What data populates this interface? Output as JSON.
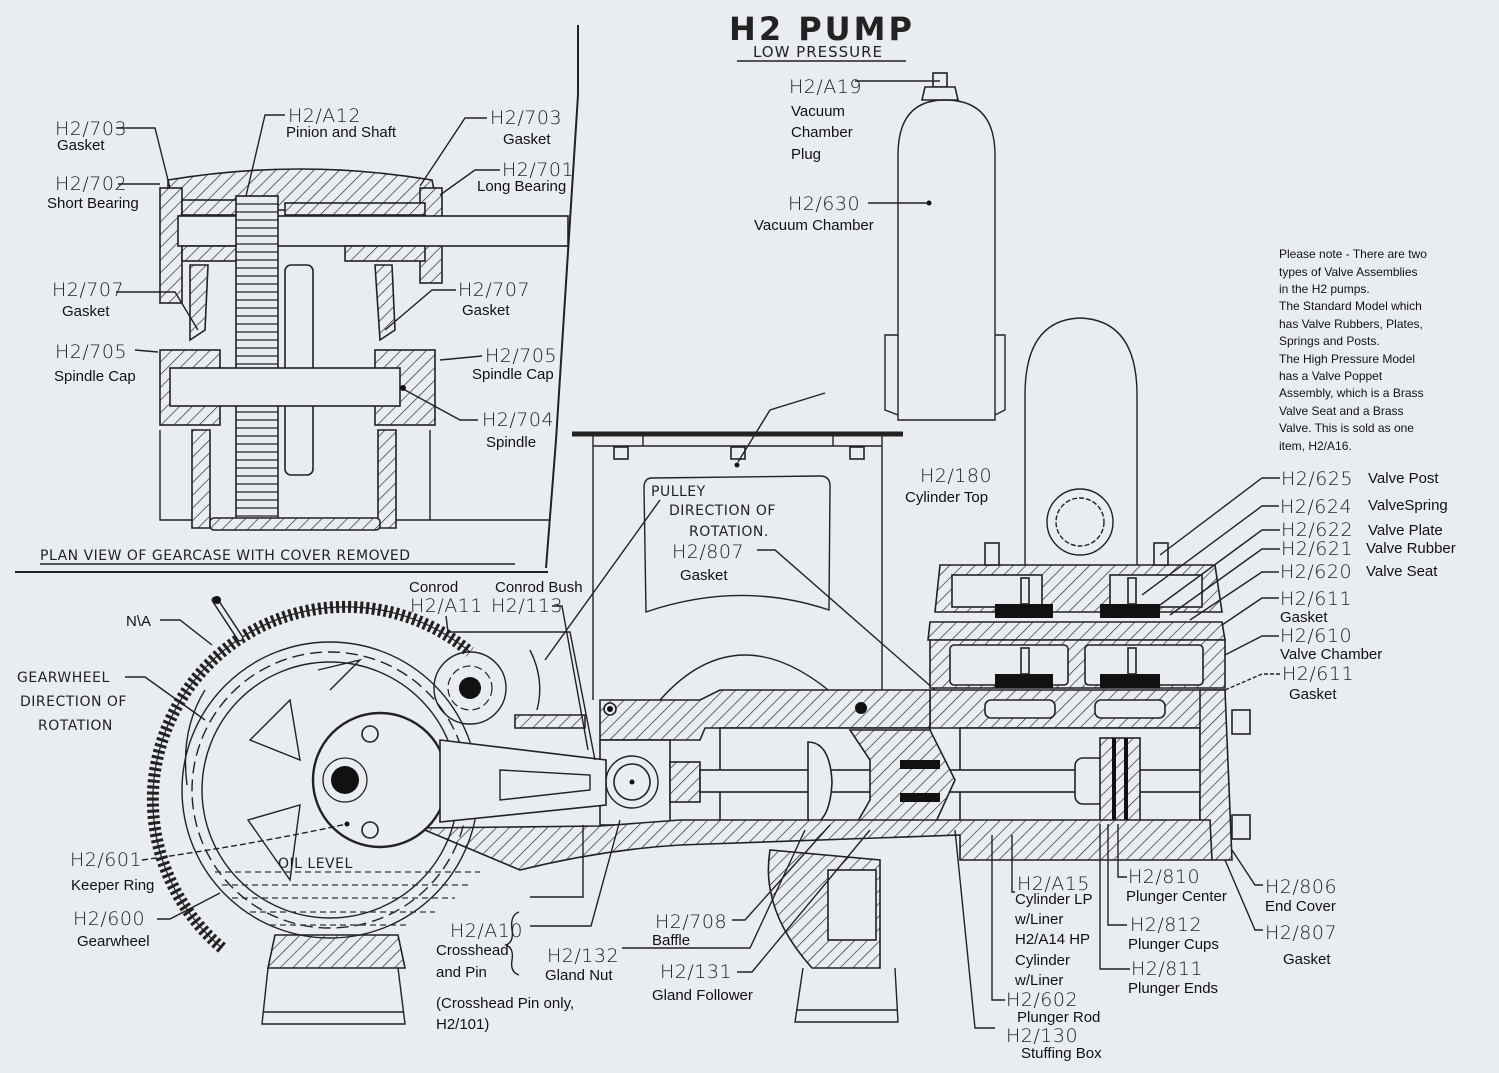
{
  "title": {
    "main": "H2 PUMP",
    "sub": "LOW PRESSURE"
  },
  "note": {
    "lines": [
      "Please note - There are two",
      "types of Valve Assemblies",
      "in the H2 pumps.",
      "The Standard Model which",
      "has Valve Rubbers, Plates,",
      "Springs and Posts.",
      "The High Pressure Model",
      "has a Valve Poppet",
      "Assembly, which is a Brass",
      "Valve Seat and a Brass",
      "Valve. This is sold as one",
      "item, H2/A16."
    ]
  },
  "gearcase": {
    "caption": "PLAN VIEW OF GEARCASE WITH COVER REMOVED",
    "labels": [
      {
        "code": "H2/703",
        "desc": "Gasket"
      },
      {
        "code": "H2/A12",
        "desc": "Pinion and Shaft"
      },
      {
        "code": "H2/703",
        "desc": "Gasket"
      },
      {
        "code": "H2/701",
        "desc": "Long Bearing"
      },
      {
        "code": "H2/702",
        "desc": "Short Bearing"
      },
      {
        "code": "H2/707",
        "desc": "Gasket"
      },
      {
        "code": "H2/707",
        "desc": "Gasket"
      },
      {
        "code": "H2/705",
        "desc": "Spindle Cap"
      },
      {
        "code": "H2/705",
        "desc": "Spindle Cap"
      },
      {
        "code": "H2/704",
        "desc": "Spindle"
      }
    ]
  },
  "vacuum": {
    "plug": {
      "code": "H2/A19",
      "desc": [
        "Vacuum",
        "Chamber",
        "Plug"
      ]
    },
    "chamber": {
      "code": "H2/630",
      "desc": "Vacuum Chamber"
    }
  },
  "pulley": {
    "text": [
      "PULLEY",
      "DIRECTION OF",
      "ROTATION."
    ],
    "gasket": {
      "code": "H2/807",
      "desc": "Gasket"
    }
  },
  "cylinder_top": {
    "code": "H2/180",
    "desc": "Cylinder Top"
  },
  "valves": [
    {
      "code": "H2/625",
      "desc": "Valve Post"
    },
    {
      "code": "H2/624",
      "desc": "ValveSpring"
    },
    {
      "code": "H2/622",
      "desc": "Valve Plate"
    },
    {
      "code": "H2/621",
      "desc": "Valve Rubber"
    },
    {
      "code": "H2/620",
      "desc": "Valve Seat"
    },
    {
      "code": "H2/611",
      "desc": "Gasket"
    },
    {
      "code": "H2/610",
      "desc": "Valve Chamber"
    },
    {
      "code": "H2/611",
      "desc": "Gasket"
    }
  ],
  "gearwheel_side": {
    "na": "N\\A",
    "rotation": [
      "GEARWHEEL",
      "DIRECTION OF",
      "ROTATION"
    ],
    "oil_level": "OIL LEVEL",
    "keeper_ring": {
      "code": "H2/601",
      "desc": "Keeper Ring"
    },
    "gearwheel": {
      "code": "H2/600",
      "desc": "Gearwheel"
    },
    "conrod": {
      "code": "H2/A11",
      "desc": "Conrod"
    },
    "conrod_bush": {
      "code": "H2/113",
      "desc": "Conrod Bush"
    }
  },
  "lower_labels": {
    "crosshead": {
      "code": "H2/A10",
      "desc": [
        "Crosshead",
        "and Pin"
      ],
      "note": [
        "(Crosshead Pin only,",
        "H2/101)"
      ]
    },
    "gland_nut": {
      "code": "H2/132",
      "desc": "Gland Nut"
    },
    "baffle": {
      "code": "H2/708",
      "desc": "Baffle"
    },
    "gland_follower": {
      "code": "H2/131",
      "desc": "Gland Follower"
    },
    "cylinder": {
      "code": "H2/A15",
      "desc": [
        "Cylinder LP",
        "w/Liner",
        "H2/A14 HP",
        "Cylinder",
        "w/Liner"
      ]
    },
    "plunger_rod": {
      "code": "H2/602",
      "desc": "Plunger Rod"
    },
    "stuffing_box": {
      "code": "H2/130",
      "desc": "Stuffing Box"
    },
    "plunger_center": {
      "code": "H2/810",
      "desc": "Plunger Center"
    },
    "plunger_cups": {
      "code": "H2/812",
      "desc": "Plunger Cups"
    },
    "plunger_ends": {
      "code": "H2/811",
      "desc": "Plunger Ends"
    },
    "end_cover": {
      "code": "H2/806",
      "desc": "End Cover"
    },
    "end_gasket": {
      "code": "H2/807",
      "desc": "Gasket"
    }
  }
}
